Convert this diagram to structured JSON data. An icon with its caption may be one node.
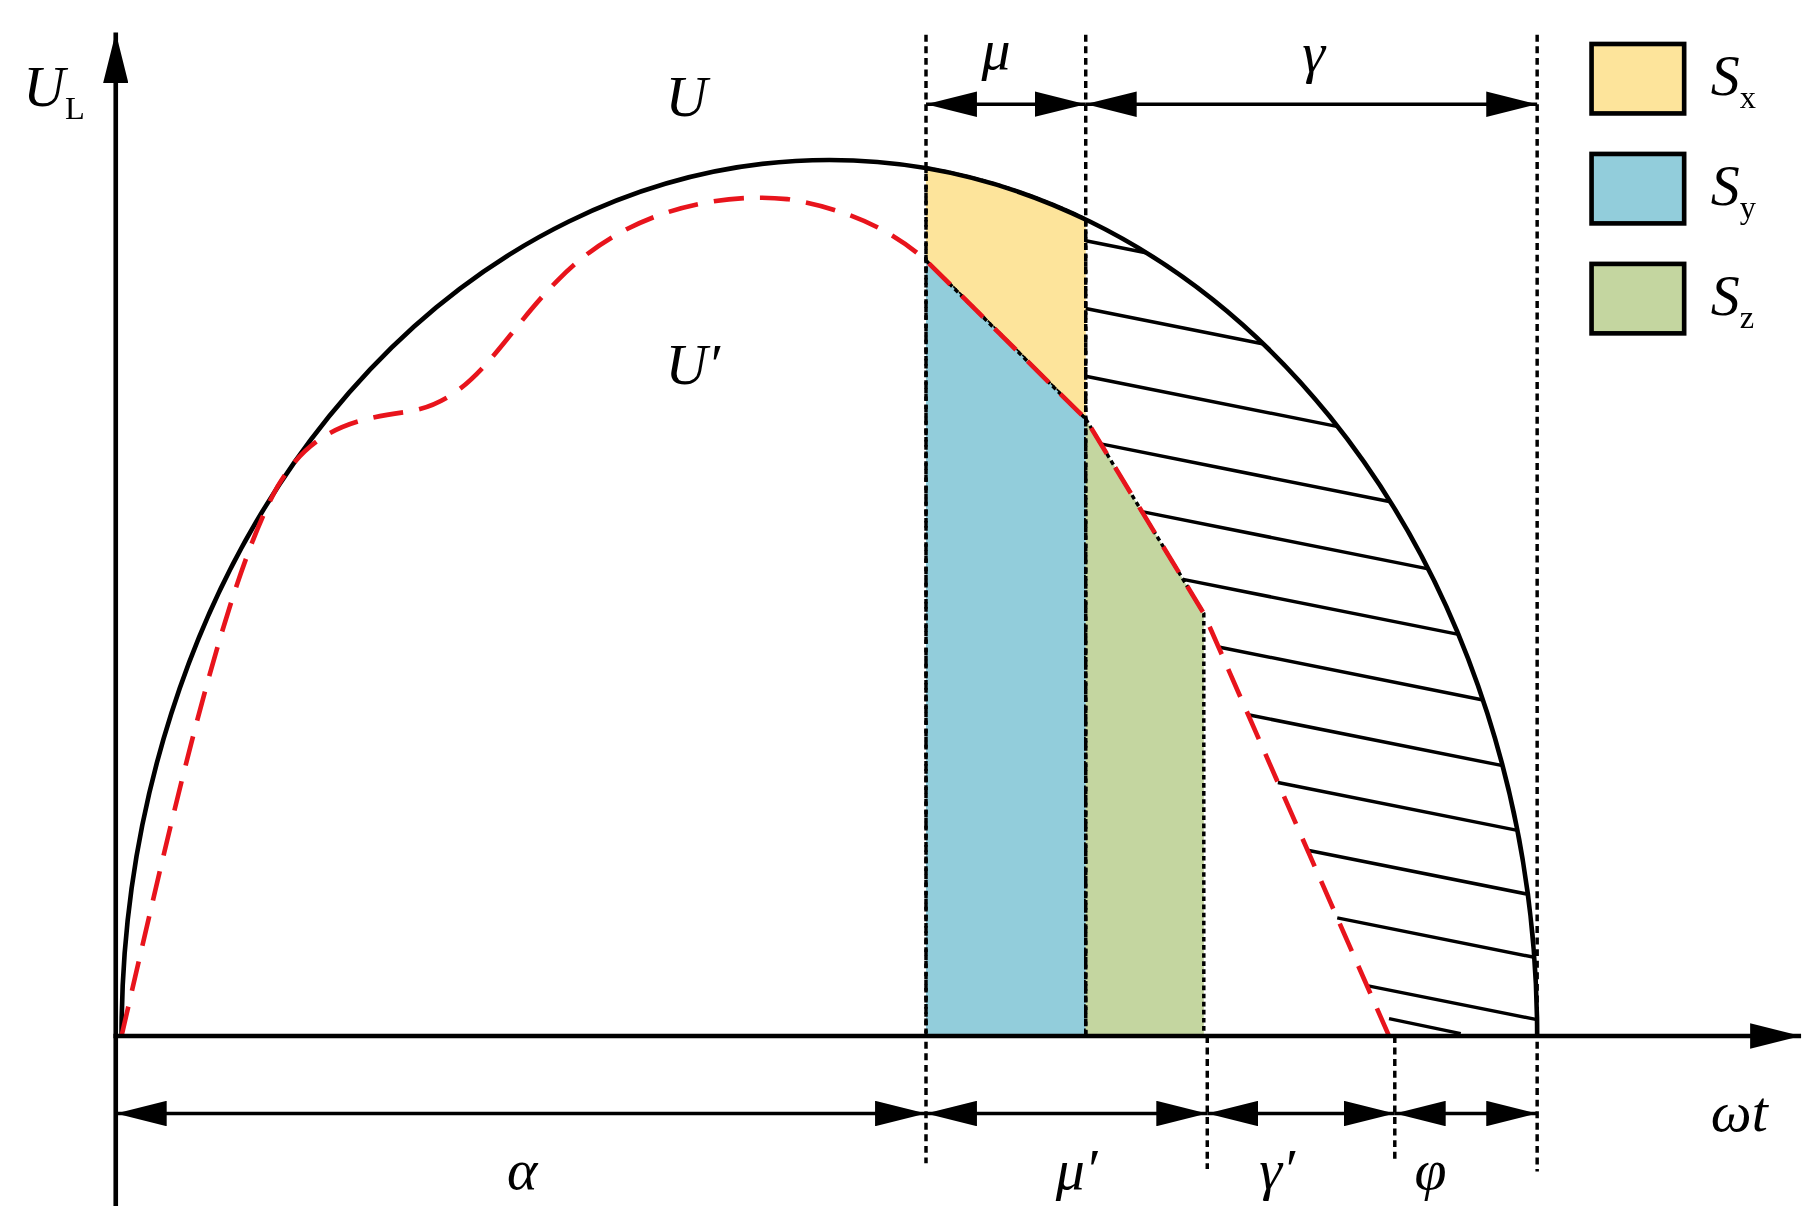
{
  "diagram": {
    "labels": [
      "U$_{L}$",
      "U",
      "U′",
      "μ",
      "γ",
      "ωt",
      "α",
      "μ′",
      "γ′",
      "φ"
    ],
    "legend": [
      {
        "text": "S$_{x}$",
        "color": "#fde49b"
      },
      {
        "text": "S$_{y}$",
        "color": "#92cddb"
      },
      {
        "text": "S$_{z}$",
        "color": "#c4d6a0"
      }
    ]
  }
}
